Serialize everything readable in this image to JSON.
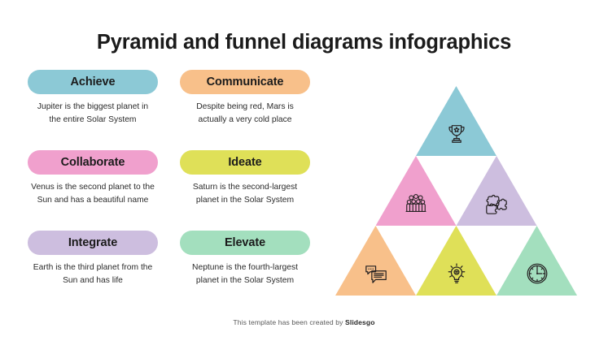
{
  "title": "Pyramid and funnel diagrams infographics",
  "items": [
    {
      "label": "Achieve",
      "color": "#8cc9d6",
      "description": "Jupiter is the biggest planet in the entire Solar System",
      "icon": "trophy-icon",
      "column": "left",
      "row": 0
    },
    {
      "label": "Collaborate",
      "color": "#f0a0cd",
      "description": "Venus is the second planet to the Sun and has a beautiful name",
      "icon": "people-group-icon",
      "column": "left",
      "row": 1
    },
    {
      "label": "Integrate",
      "color": "#cdbedf",
      "description": "Earth is the third planet from the Sun and has life",
      "icon": "puzzle-pieces-icon",
      "column": "left",
      "row": 2
    },
    {
      "label": "Communicate",
      "color": "#f8c08a",
      "description": "Despite being red, Mars is actually a very cold place",
      "icon": "chat-bubbles-icon",
      "column": "right",
      "row": 0
    },
    {
      "label": "Ideate",
      "color": "#dfe058",
      "description": "Saturn is the second-largest planet in the Solar System",
      "icon": "lightbulb-icon",
      "column": "right",
      "row": 1
    },
    {
      "label": "Elevate",
      "color": "#a3dfbe",
      "description": "Neptune is the fourth-largest planet in the Solar System",
      "icon": "clock-icon",
      "column": "right",
      "row": 2
    }
  ],
  "pyramid": {
    "tiers": [
      {
        "position": "apex",
        "color": "#8cc9d6",
        "icon": "trophy-icon"
      },
      {
        "position": "middle-left",
        "color": "#f0a0cd",
        "icon": "people-group-icon"
      },
      {
        "position": "middle-right",
        "color": "#cdbedf",
        "icon": "puzzle-pieces-icon"
      },
      {
        "position": "bottom-left",
        "color": "#f8c08a",
        "icon": "chat-bubbles-icon"
      },
      {
        "position": "bottom-center",
        "color": "#dfe058",
        "icon": "lightbulb-icon"
      },
      {
        "position": "bottom-right",
        "color": "#a3dfbe",
        "icon": "clock-icon"
      }
    ]
  },
  "footer": {
    "text": "This template has been created by ",
    "brand": "Slidesgo"
  }
}
